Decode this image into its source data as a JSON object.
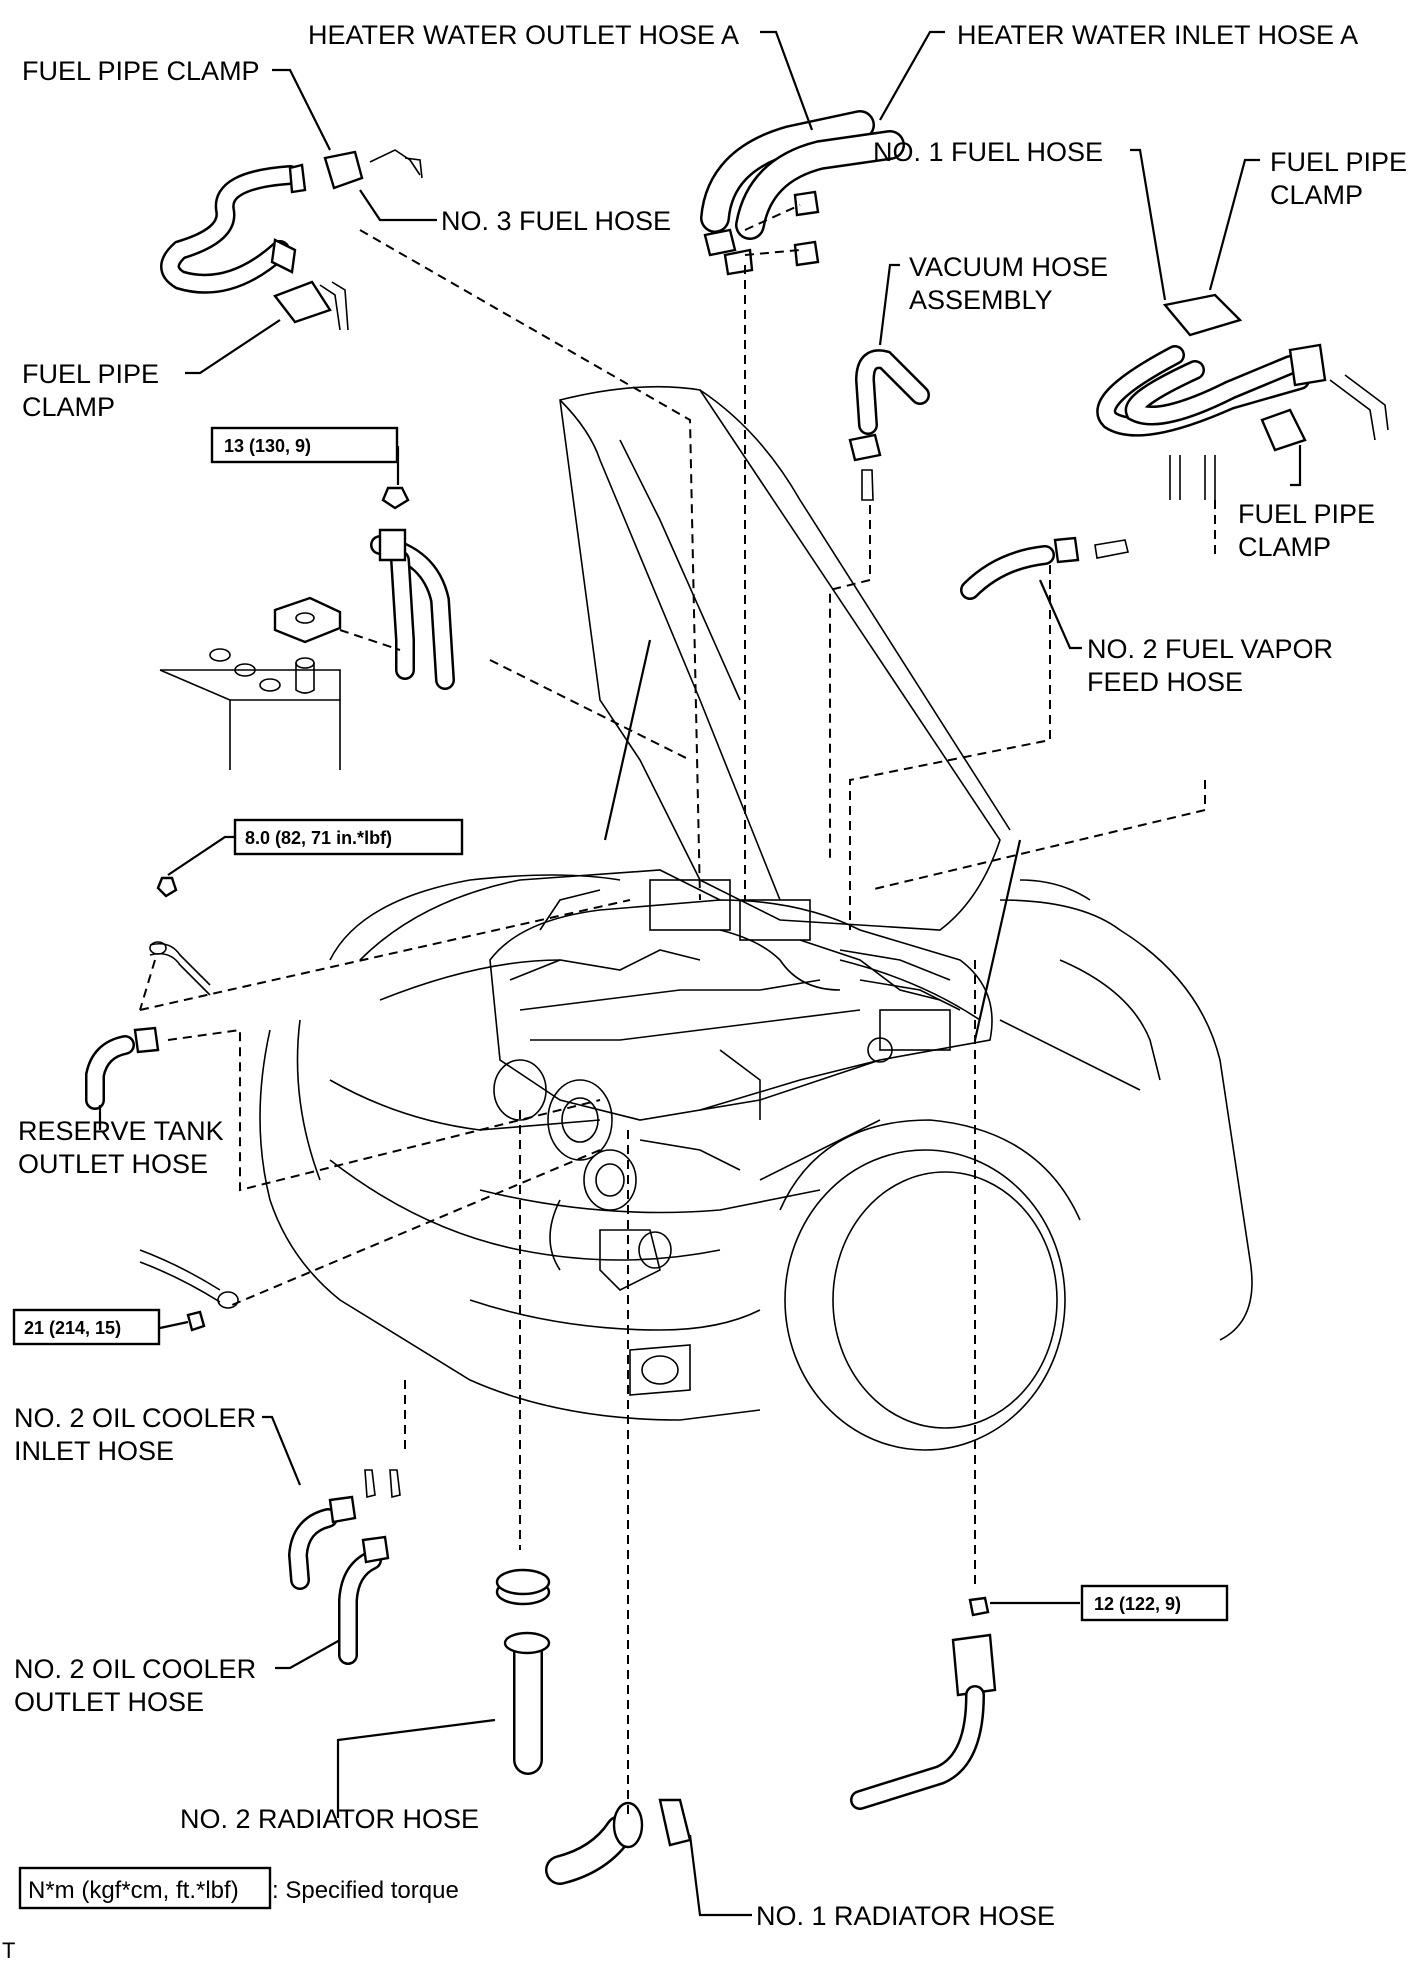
{
  "labels": {
    "heater_water_outlet_hose_a": "HEATER WATER OUTLET HOSE A",
    "heater_water_inlet_hose_a": "HEATER WATER INLET HOSE A",
    "fuel_pipe_clamp_top_left": "FUEL PIPE CLAMP",
    "no3_fuel_hose": "NO. 3 FUEL HOSE",
    "no1_fuel_hose": "NO. 1 FUEL HOSE",
    "fuel_pipe_clamp_top_right_1": "FUEL PIPE",
    "fuel_pipe_clamp_top_right_2": "CLAMP",
    "vacuum_hose_assembly_1": "VACUUM HOSE",
    "vacuum_hose_assembly_2": "ASSEMBLY",
    "fuel_pipe_clamp_left_1": "FUEL PIPE",
    "fuel_pipe_clamp_left_2": "CLAMP",
    "fuel_pipe_clamp_right_1": "FUEL PIPE",
    "fuel_pipe_clamp_right_2": "CLAMP",
    "no2_fuel_vapor_feed_hose_1": "NO. 2 FUEL VAPOR",
    "no2_fuel_vapor_feed_hose_2": "FEED HOSE",
    "reserve_tank_outlet_hose_1": "RESERVE TANK",
    "reserve_tank_outlet_hose_2": "OUTLET HOSE",
    "no2_oil_cooler_inlet_hose_1": "NO. 2 OIL COOLER",
    "no2_oil_cooler_inlet_hose_2": "INLET HOSE",
    "no2_oil_cooler_outlet_hose_1": "NO. 2 OIL COOLER",
    "no2_oil_cooler_outlet_hose_2": "OUTLET HOSE",
    "no2_radiator_hose": "NO. 2 RADIATOR HOSE",
    "no1_radiator_hose": "NO. 1 RADIATOR HOSE"
  },
  "torques": {
    "battery_clamp": "13 (130, 9)",
    "ground_bolt": "8.0 (82, 71 in.*lbf)",
    "engine_bolt": "21 (214, 15)",
    "sensor_nut": "12 (122, 9)"
  },
  "legend": {
    "unit_box": "N*m (kgf*cm, ft.*lbf)",
    "unit_text": ": Specified torque"
  },
  "footer_mark": "T"
}
